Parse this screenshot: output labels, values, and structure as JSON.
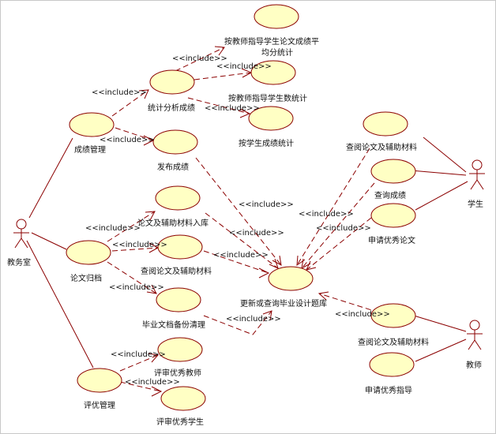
{
  "diagram": {
    "actors": {
      "jiaowushi": "教务室",
      "xuesheng": "学生",
      "jiaoshi": "教师"
    },
    "use_cases": {
      "chengji_guanli": "成绩管理",
      "tongji_fenxi": "统计分析成绩",
      "fabu_chengji": "发布成绩",
      "avg_by_teacher_line1": "按教师指导学生论文成绩平",
      "avg_by_teacher_line2": "均分统计",
      "count_by_teacher": "按教师指导学生数统计",
      "by_student": "按学生成绩统计",
      "lunwen_guidang": "论文归档",
      "lunwen_ruku": "论文及辅助材料入库",
      "chayue_jiaowu": "查阅论文及辅助材料",
      "beifen_qingli": "毕业文档备份清理",
      "pingyou_guanli": "评优管理",
      "pingshen_jiaoshi": "评审优秀教师",
      "pingshen_xuesheng": "评审优秀学生",
      "gengxin_tiku": "更新或查询毕业设计题库",
      "chayue_xuesheng": "查阅论文及辅助材料",
      "chaxun_chengji": "查询成绩",
      "shenqing_lunwen": "申请优秀论文",
      "chayue_jiaoshi": "查阅论文及辅助材料",
      "shenqing_zhidao": "申请优秀指导"
    },
    "include_label": "<<include>>"
  }
}
